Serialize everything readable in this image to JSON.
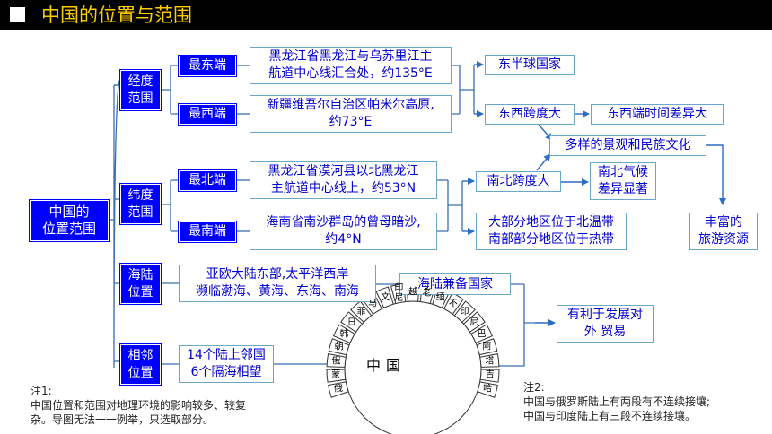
{
  "title": "中国的位置与范围",
  "root": [
    "中国的",
    "位置范围"
  ],
  "categories": {
    "longitude": [
      "经度",
      "范围"
    ],
    "latitude": [
      "纬度",
      "范围"
    ],
    "sealand": [
      "海陆",
      "位置"
    ],
    "neighbors": [
      "相邻",
      "位置"
    ]
  },
  "extremes": {
    "east": "最东端",
    "west": "最西端",
    "north": "最北端",
    "south": "最南端"
  },
  "details": {
    "east": [
      "黑龙江省黑龙江与乌苏里江主",
      "航道中心线汇合处，约135°E"
    ],
    "west": [
      "新疆维吾尔自治区帕米尔高原,",
      "约73°E"
    ],
    "north": [
      "黑龙江省漠河县以北黑龙江",
      "主航道中心线上，约53°N"
    ],
    "south": [
      "海南省南沙群岛的曾母暗沙,",
      "约4°N"
    ],
    "sealand": [
      "亚欧大陆东部,太平洋西岸",
      "濒临渤海、黄海、东海、南海"
    ],
    "neighbors": [
      "14个陆上邻国",
      "6个隔海相望"
    ]
  },
  "results": {
    "eastern_hemisphere": "东半球国家",
    "ew_span": "东西跨度大",
    "time_diff": "东西端时间差异大",
    "culture": "多样的景观和民族文化",
    "ns_span": "南北跨度大",
    "climate": [
      "南北气候",
      "差异显著"
    ],
    "zones": [
      "大部分地区位于北温带",
      "南部部分地区位于热带"
    ],
    "tourism": [
      "丰富的",
      "旅游资源"
    ],
    "land_sea": "海陆兼备国家",
    "trade": [
      "有利于发展对",
      "外 贸易"
    ]
  },
  "neighbor_ring": {
    "center": "中国",
    "countries": [
      "俄",
      "蒙",
      "俄",
      "朝",
      "韩",
      "日",
      "菲",
      "马",
      "文",
      "印尼",
      "越",
      "老",
      "缅",
      "不",
      "印",
      "尼",
      "巴",
      "阿",
      "塔",
      "吉",
      "哈"
    ]
  },
  "note1": [
    "注1:",
    "中国位置和范围对地理环境的影响较多、较复",
    "杂。导图无法一一例举，只选取部分。"
  ],
  "note2": [
    "注2:",
    "中国与俄罗斯陆上有两段有不连续接壤;",
    "中国与印度陆上有三段不连续接壤。"
  ],
  "colors": {
    "title_bg": "#000000",
    "title_text": "#ffcc00",
    "node_blue": "#0000ff",
    "text_blue": "#0000cc",
    "connector": "#3a6fb0",
    "arrow": "#2b6cc4"
  }
}
